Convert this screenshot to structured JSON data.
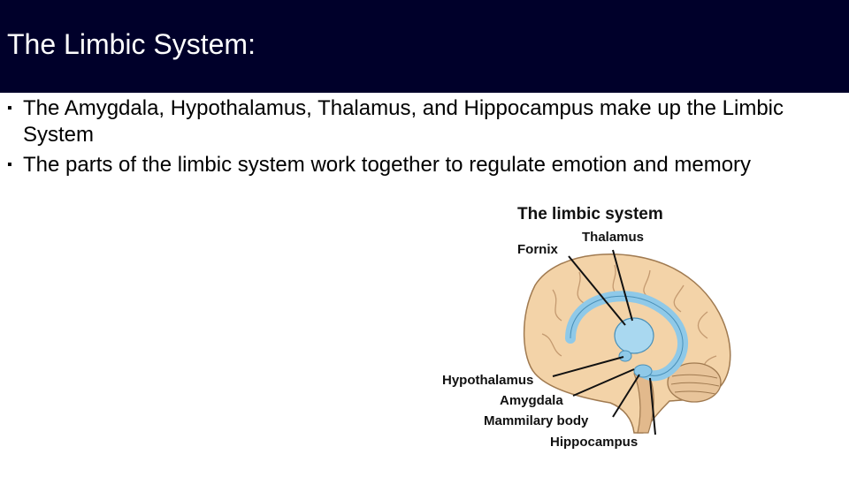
{
  "slide": {
    "title": "The Limbic System:",
    "bullets": [
      "The Amygdala, Hypothalamus, Thalamus, and Hippocampus make up the Limbic System",
      "The parts of the limbic system work together to regulate emotion and memory"
    ]
  },
  "figure": {
    "title": "The limbic system",
    "labels": {
      "fornix": "Fornix",
      "thalamus": "Thalamus",
      "hypothalamus": "Hypothalamus",
      "amygdala": "Amygdala",
      "mammilary_body": "Mammilary body",
      "hippocampus": "Hippocampus"
    }
  },
  "colors": {
    "title_bar": "#00002a",
    "brain": "#f3d3a8",
    "limbic": "#8fc9e8"
  }
}
